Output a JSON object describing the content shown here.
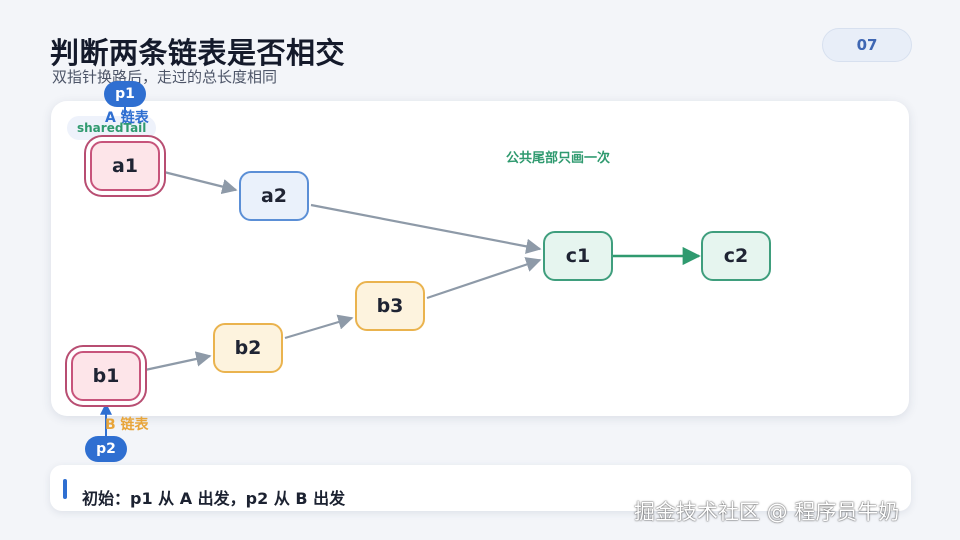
{
  "header": {
    "title": "判断两条链表是否相交",
    "subtitle": "双指针换路后，走过的总长度相同",
    "page_number": "07"
  },
  "diagram": {
    "shared_label": "公共尾部只画一次",
    "shared_tail_tag": "sharedTail",
    "list_a": {
      "label": "A 链表",
      "nodes": [
        "a1",
        "a2"
      ]
    },
    "list_b": {
      "label": "B 链表",
      "nodes": [
        "b1",
        "b2",
        "b3"
      ]
    },
    "shared_nodes": [
      "c1",
      "c2"
    ],
    "pointers": {
      "p1": "p1",
      "p2": "p2"
    },
    "colors": {
      "edge_gray": "#8e9aa8",
      "edge_shared": "#2f9a6f",
      "pointer": "#2f6fd1",
      "head_highlight": "#b84e72"
    }
  },
  "step": {
    "text": "初始：p1 从 A 出发，p2 从 B 出发"
  },
  "watermark": "掘金技术社区 @ 程序员牛奶"
}
